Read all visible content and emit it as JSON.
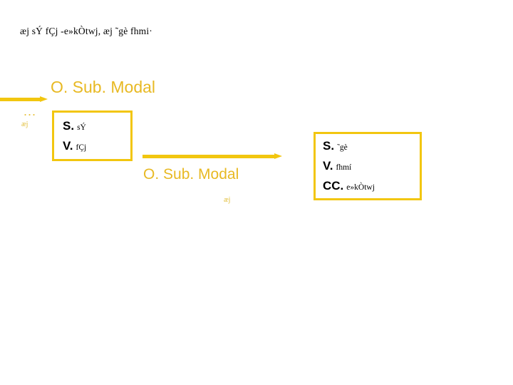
{
  "slide": {
    "background_color": "#FFFFFF",
    "accent_color": "#F2C60F",
    "title_color": "#E8B923",
    "text_color": "#000000",
    "top_note": "æj sÝ fÇj -e»kÒtwj, æj ˜gè fhmi·",
    "headings": {
      "main": "O. Sub. Modal",
      "middle": "O. Sub. Modal"
    },
    "ellipsis": "...",
    "tiny_labels": {
      "left": "æj",
      "middle": "æj"
    },
    "arrows": [
      {
        "name": "arrow-left",
        "direction": "right"
      },
      {
        "name": "arrow-middle",
        "direction": "right"
      }
    ],
    "boxes": [
      {
        "name": "left-clause-box",
        "rows": [
          {
            "tag": "S.",
            "value": "sÝ"
          },
          {
            "tag": "V.",
            "value": "fÇj"
          }
        ]
      },
      {
        "name": "right-clause-box",
        "rows": [
          {
            "tag": "S.",
            "value": "˜gè"
          },
          {
            "tag": "V.",
            "value": "fhmí"
          },
          {
            "tag": "CC.",
            "value": "e»kÒtwj"
          }
        ]
      }
    ]
  }
}
